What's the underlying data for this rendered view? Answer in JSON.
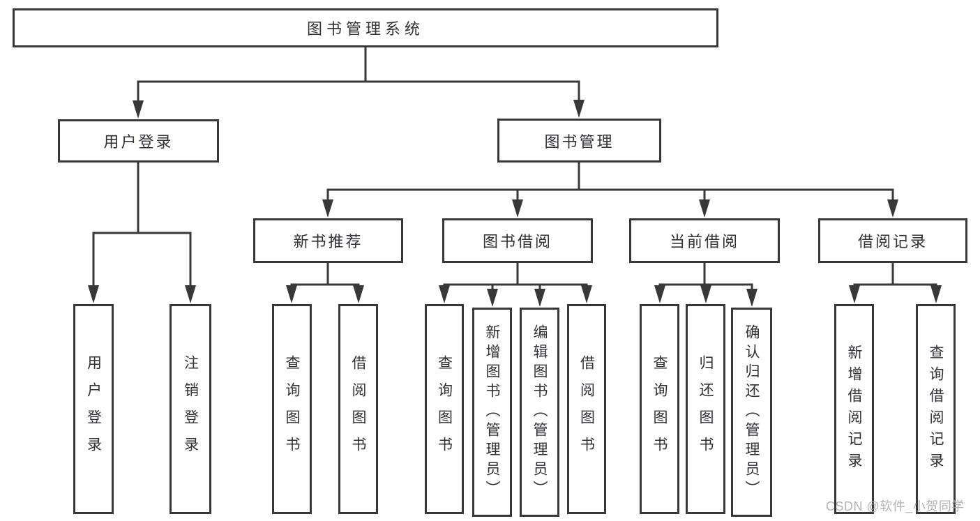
{
  "nodes": {
    "root": "图书管理系统",
    "level2": [
      "用户登录",
      "图书管理"
    ],
    "level3": [
      "新书推荐",
      "图书借阅",
      "当前借阅",
      "借阅记录"
    ],
    "login_leaves": [
      "用户登录",
      "注销登录"
    ],
    "recommend_leaves": [
      "查询图书",
      "借阅图书"
    ],
    "borrow_leaves": [
      "查询图书",
      "新增图书（管理员）",
      "编辑图书（管理员）",
      "借阅图书"
    ],
    "current_leaves": [
      "查询图书",
      "归还图书",
      "确认归还（管理员）"
    ],
    "record_leaves": [
      "新增借阅记录",
      "查询借阅记录"
    ]
  },
  "watermark": {
    "text": "CSDN @软件_小贺同学"
  },
  "colors": {
    "line": "#383838",
    "text": "#303036",
    "background": "#ffffff",
    "watermark": "#a9a9a9"
  }
}
